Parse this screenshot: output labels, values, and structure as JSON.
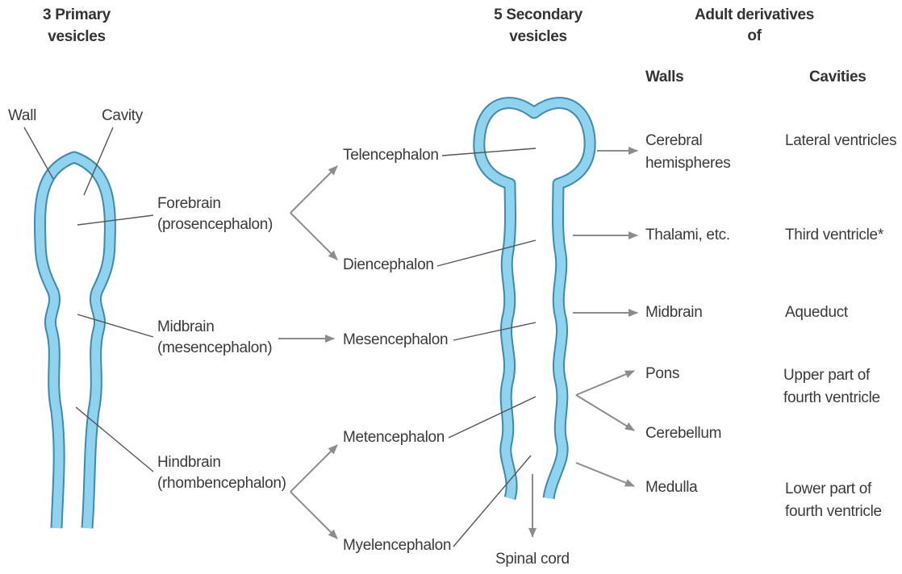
{
  "headers": {
    "primary": [
      "3 Primary",
      "vesicles"
    ],
    "secondary": [
      "5 Secondary",
      "vesicles"
    ],
    "adult": [
      "Adult derivatives",
      "of"
    ],
    "walls": "Walls",
    "cavities": "Cavities"
  },
  "primary_labels": {
    "wall": "Wall",
    "cavity": "Cavity",
    "forebrain": [
      "Forebrain",
      "(prosencephalon)"
    ],
    "midbrain": [
      "Midbrain",
      "(mesencephalon)"
    ],
    "hindbrain": [
      "Hindbrain",
      "(rhombencephalon)"
    ]
  },
  "secondary_labels": {
    "telencephalon": "Telencephalon",
    "diencephalon": "Diencephalon",
    "mesencephalon": "Mesencephalon",
    "metencephalon": "Metencephalon",
    "myelencephalon": "Myelencephalon",
    "spinal_cord": "Spinal cord"
  },
  "walls": {
    "cerebral": [
      "Cerebral",
      "hemispheres"
    ],
    "thalami": "Thalami, etc.",
    "midbrain": "Midbrain",
    "pons": "Pons",
    "cerebellum": "Cerebellum",
    "medulla": "Medulla"
  },
  "cavities": {
    "lateral": "Lateral ventricles",
    "third": "Third ventricle*",
    "aqueduct": "Aqueduct",
    "upper_fourth": [
      "Upper part of",
      "fourth ventricle"
    ],
    "lower_fourth": [
      "Lower part of",
      "fourth ventricle"
    ]
  },
  "colors": {
    "tube_fill": "#8fd3ef",
    "tube_edge": "#3f89ad",
    "arrow": "#8c8c8c",
    "leader": "#555555",
    "text": "#3a3a3a"
  }
}
